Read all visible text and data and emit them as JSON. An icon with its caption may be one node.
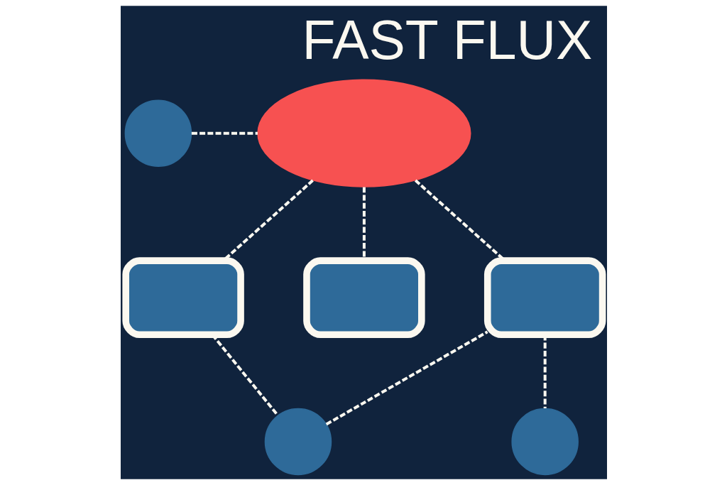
{
  "diagram": {
    "title": "FAST FLUX",
    "nodes": [
      {
        "text": [],
        "shape": "circle"
      },
      {
        "text": [],
        "shape": "cloud"
      },
      {
        "text": [],
        "shape": "box"
      },
      {
        "text": [],
        "shape": "box"
      },
      {
        "text": [],
        "shape": "box"
      },
      {
        "text": [],
        "shape": "circle"
      },
      {
        "text": [],
        "shape": "circle"
      }
    ],
    "edges": [
      {
        "from": 0,
        "to": 1,
        "arrow": "none",
        "style": "dashed"
      },
      {
        "from": 1,
        "to": 2,
        "arrow": "none",
        "style": "dashed"
      },
      {
        "from": 1,
        "to": 3,
        "arrow": "none",
        "style": "dashed"
      },
      {
        "from": 1,
        "to": 4,
        "arrow": "none",
        "style": "dashed"
      },
      {
        "from": 2,
        "to": 5,
        "arrow": "none",
        "style": "dashed"
      },
      {
        "from": 5,
        "to": 4,
        "arrow": "none",
        "style": "dashed"
      },
      {
        "from": 4,
        "to": 6,
        "arrow": "none",
        "style": "dashed"
      }
    ]
  }
}
